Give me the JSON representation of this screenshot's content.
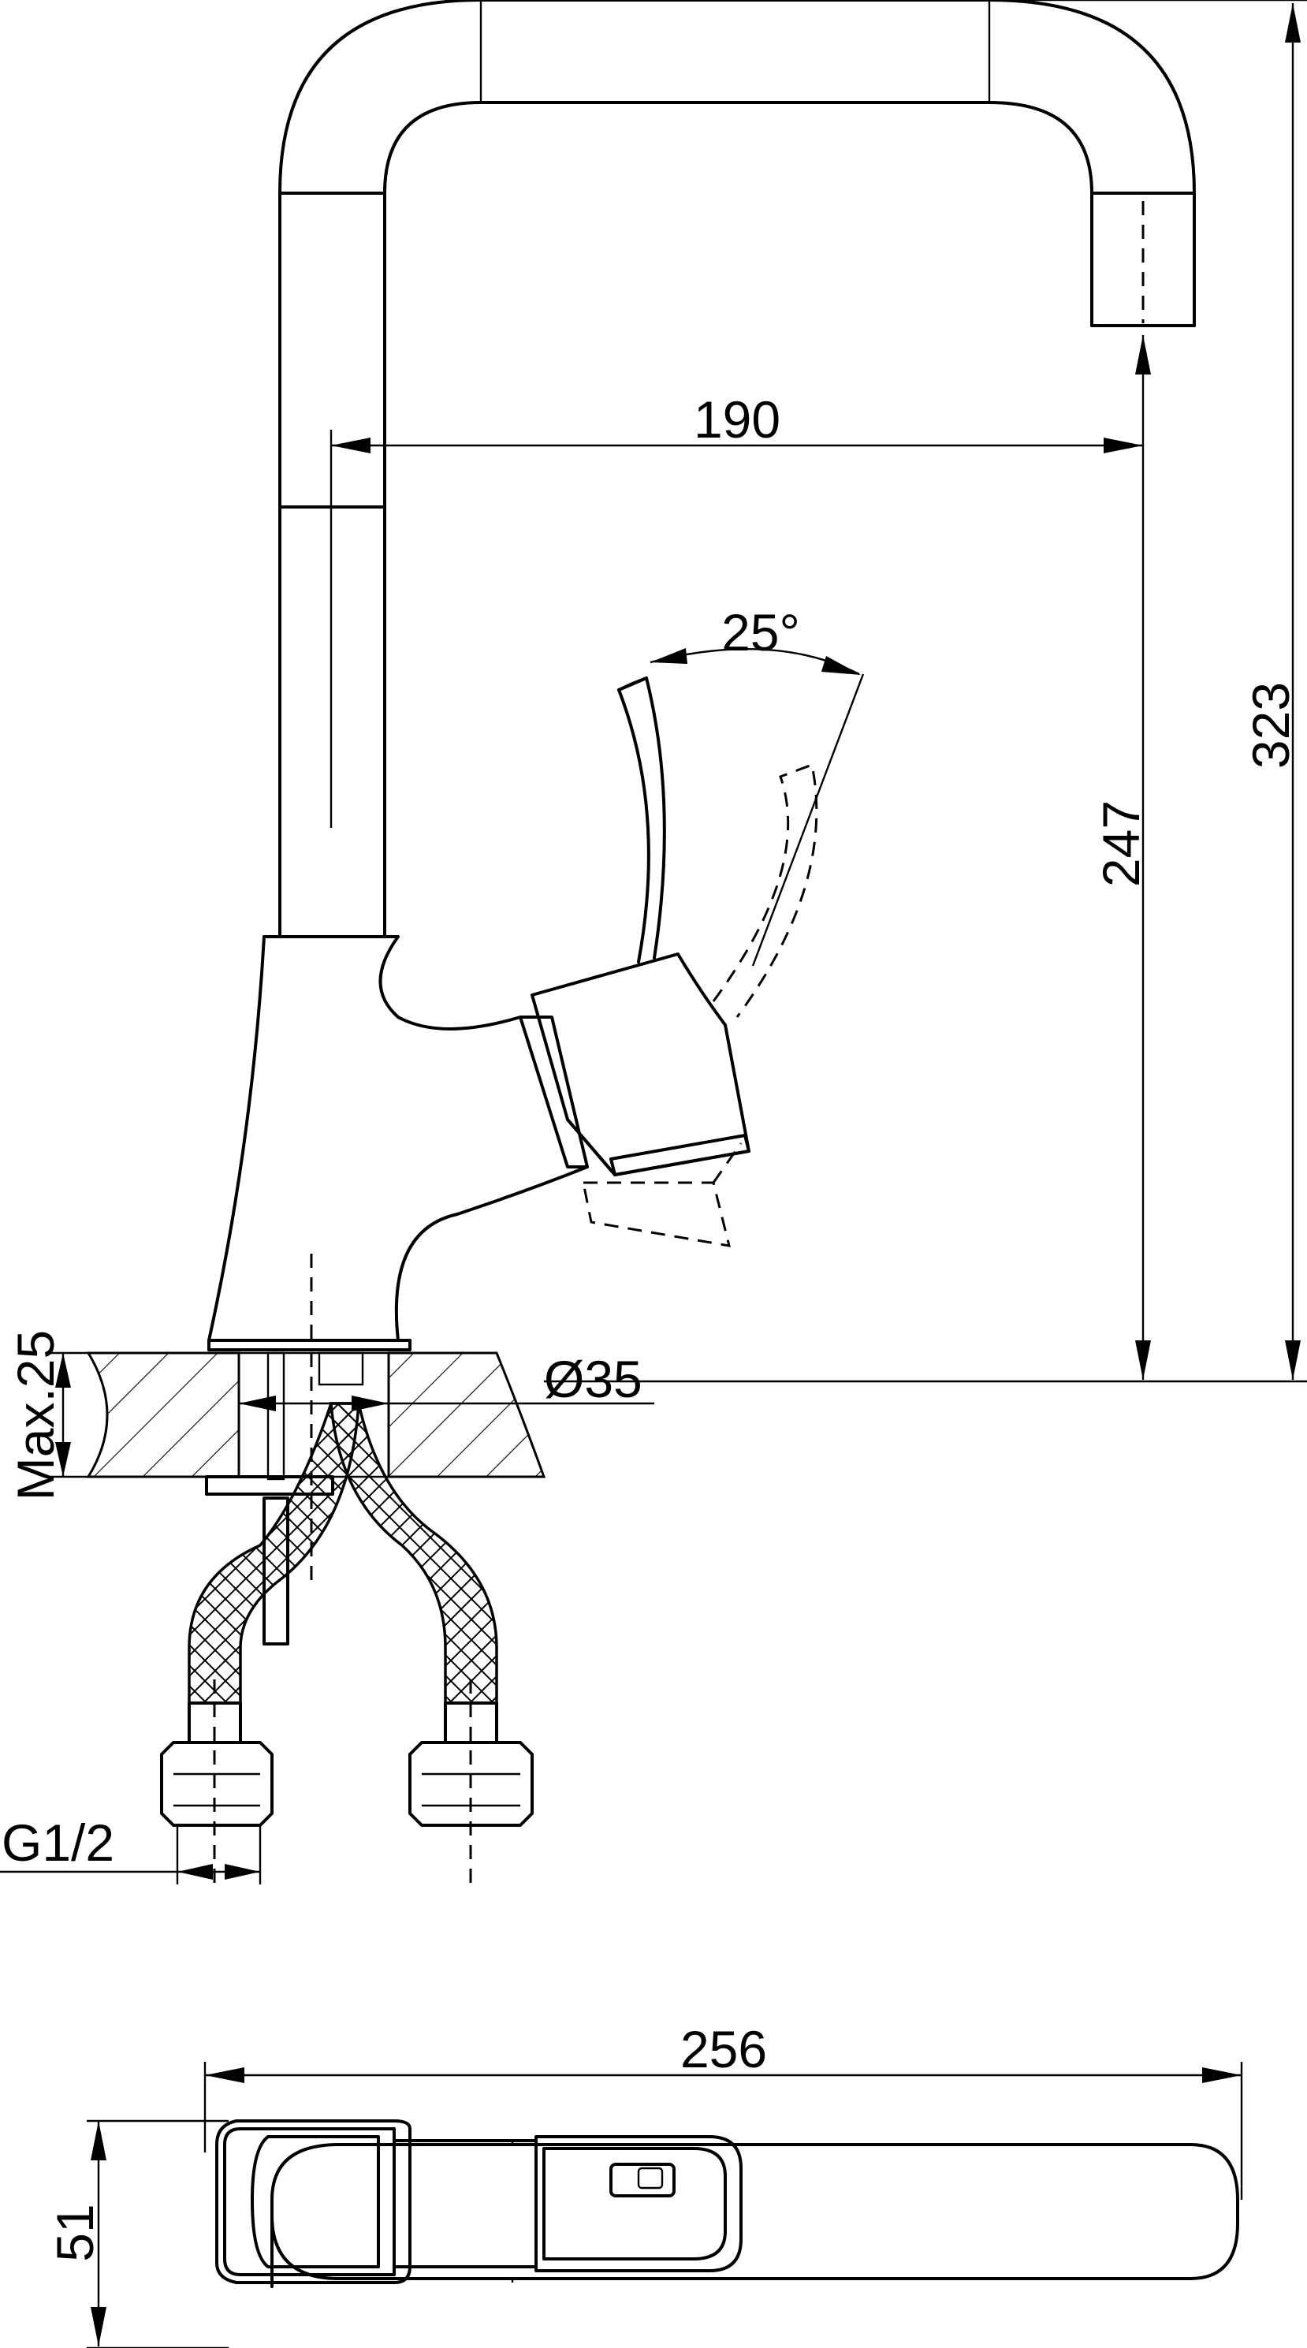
{
  "dimensions": {
    "spout_reach": "190",
    "lever_angle": "25°",
    "outlet_height": "247",
    "total_height": "323",
    "deck_hole_diameter": "Ø35",
    "max_deck_thickness": "Max.25",
    "connection_thread": "G1/2",
    "overall_length": "256",
    "base_width": "51"
  }
}
